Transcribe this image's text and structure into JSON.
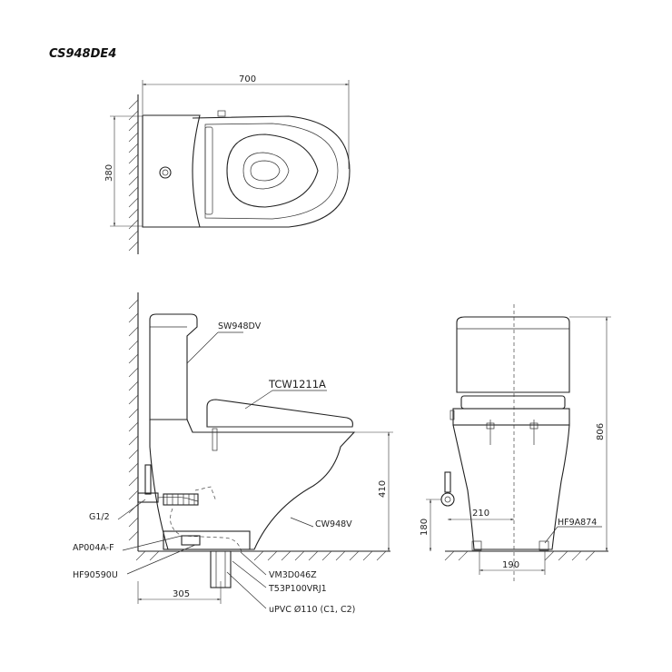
{
  "title": "CS948DE4",
  "top_view": {
    "width_dim": "700",
    "depth_dim": "380"
  },
  "side_view": {
    "labels": {
      "tank": "SW948DV",
      "seat": "TCW1211A",
      "bowl": "CW948V",
      "supply": "G1/2",
      "valve": "AP004A-F",
      "hose": "HF90590U",
      "flange": "VM3D046Z",
      "bolt": "T53P100VRJ1",
      "pipe": "uPVC Ø110 (C1, C2)"
    },
    "dims": {
      "seat_height": "410",
      "rough_in": "305"
    }
  },
  "front_view": {
    "labels": {
      "bolt_cap": "HF9A874"
    },
    "dims": {
      "total_height": "806",
      "supply_offset": "210",
      "supply_height": "180",
      "base_width": "190"
    }
  }
}
